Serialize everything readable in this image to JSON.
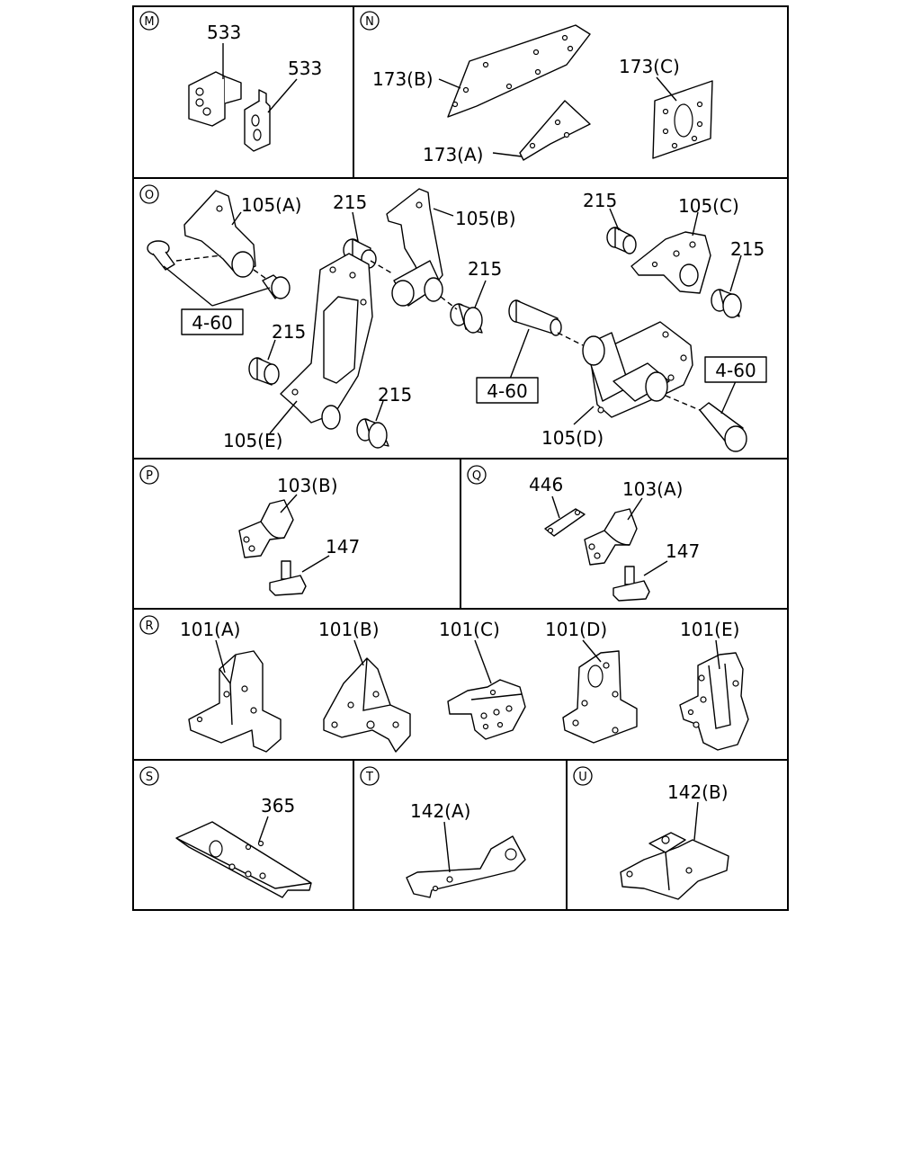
{
  "sections": [
    {
      "id": "M",
      "labels": [
        "533",
        "533"
      ]
    },
    {
      "id": "N",
      "labels": [
        "173(B)",
        "173(C)",
        "173(A)"
      ]
    },
    {
      "id": "O",
      "labels": [
        "105(A)",
        "215",
        "105(B)",
        "215",
        "105(C)",
        "215",
        "215",
        "4-60",
        "215",
        "4-60",
        "215",
        "4-60",
        "105(E)",
        "105(D)"
      ]
    },
    {
      "id": "P",
      "labels": [
        "103(B)",
        "147"
      ]
    },
    {
      "id": "Q",
      "labels": [
        "446",
        "103(A)",
        "147"
      ]
    },
    {
      "id": "R",
      "labels": [
        "101(A)",
        "101(B)",
        "101(C)",
        "101(D)",
        "101(E)"
      ]
    },
    {
      "id": "S",
      "labels": [
        "365"
      ]
    },
    {
      "id": "T",
      "labels": [
        "142(A)"
      ]
    },
    {
      "id": "U",
      "labels": [
        "142(B)"
      ]
    }
  ]
}
